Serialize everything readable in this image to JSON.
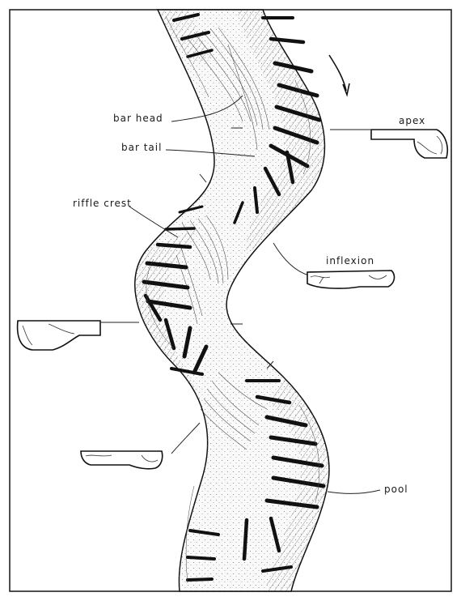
{
  "labels": {
    "bar_head": "bar head",
    "bar_tail": "bar tail",
    "riffle_crest": "riffle crest",
    "apex": "apex",
    "inflexion": "inflexion",
    "pool": "pool"
  }
}
